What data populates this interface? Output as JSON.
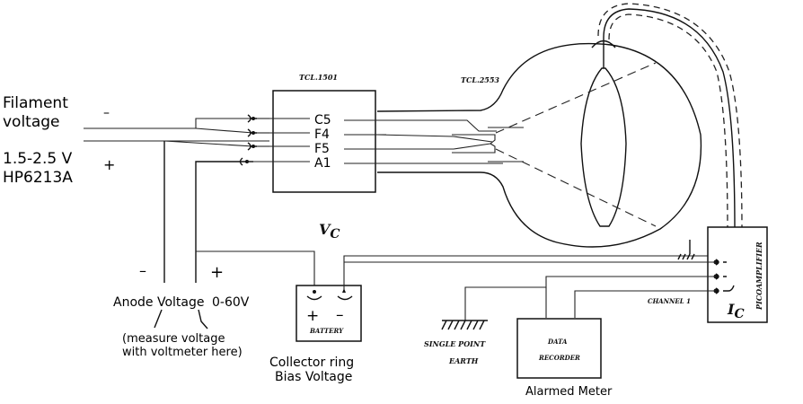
{
  "title": "Filament / collector-ring measurement circuit",
  "filament_supply": {
    "label_line1": "Filament",
    "label_line2": "voltage",
    "range": "1.5-2.5 V",
    "model": "HP6213A",
    "minus": "–",
    "plus": "+"
  },
  "socket_unit": {
    "label": "TCL.1501",
    "pins": [
      "C5",
      "F4",
      "F5",
      "A1"
    ]
  },
  "tube": {
    "label": "TCL.2553"
  },
  "anode": {
    "minus": "–",
    "plus": "+",
    "label": "Anode Voltage",
    "range": "0-60V",
    "note_line1": "(measure voltage",
    "note_line2": "with voltmeter here)"
  },
  "battery": {
    "symbol": "V",
    "subscript": "C",
    "plus": "+",
    "minus": "–",
    "label": "BATTERY",
    "caption_line1": "Collector ring",
    "caption_line2": "Bias Voltage"
  },
  "earth": {
    "label_line1": "SINGLE POINT",
    "label_line2": "EARTH"
  },
  "data_recorder": {
    "label_line1": "DATA",
    "label_line2": "RECORDER",
    "caption": "Alarmed Meter"
  },
  "picoamplifier": {
    "label": "PICOAMPLIFIER",
    "symbol": "I",
    "subscript": "C",
    "channel_label": "CHANNEL 1"
  }
}
